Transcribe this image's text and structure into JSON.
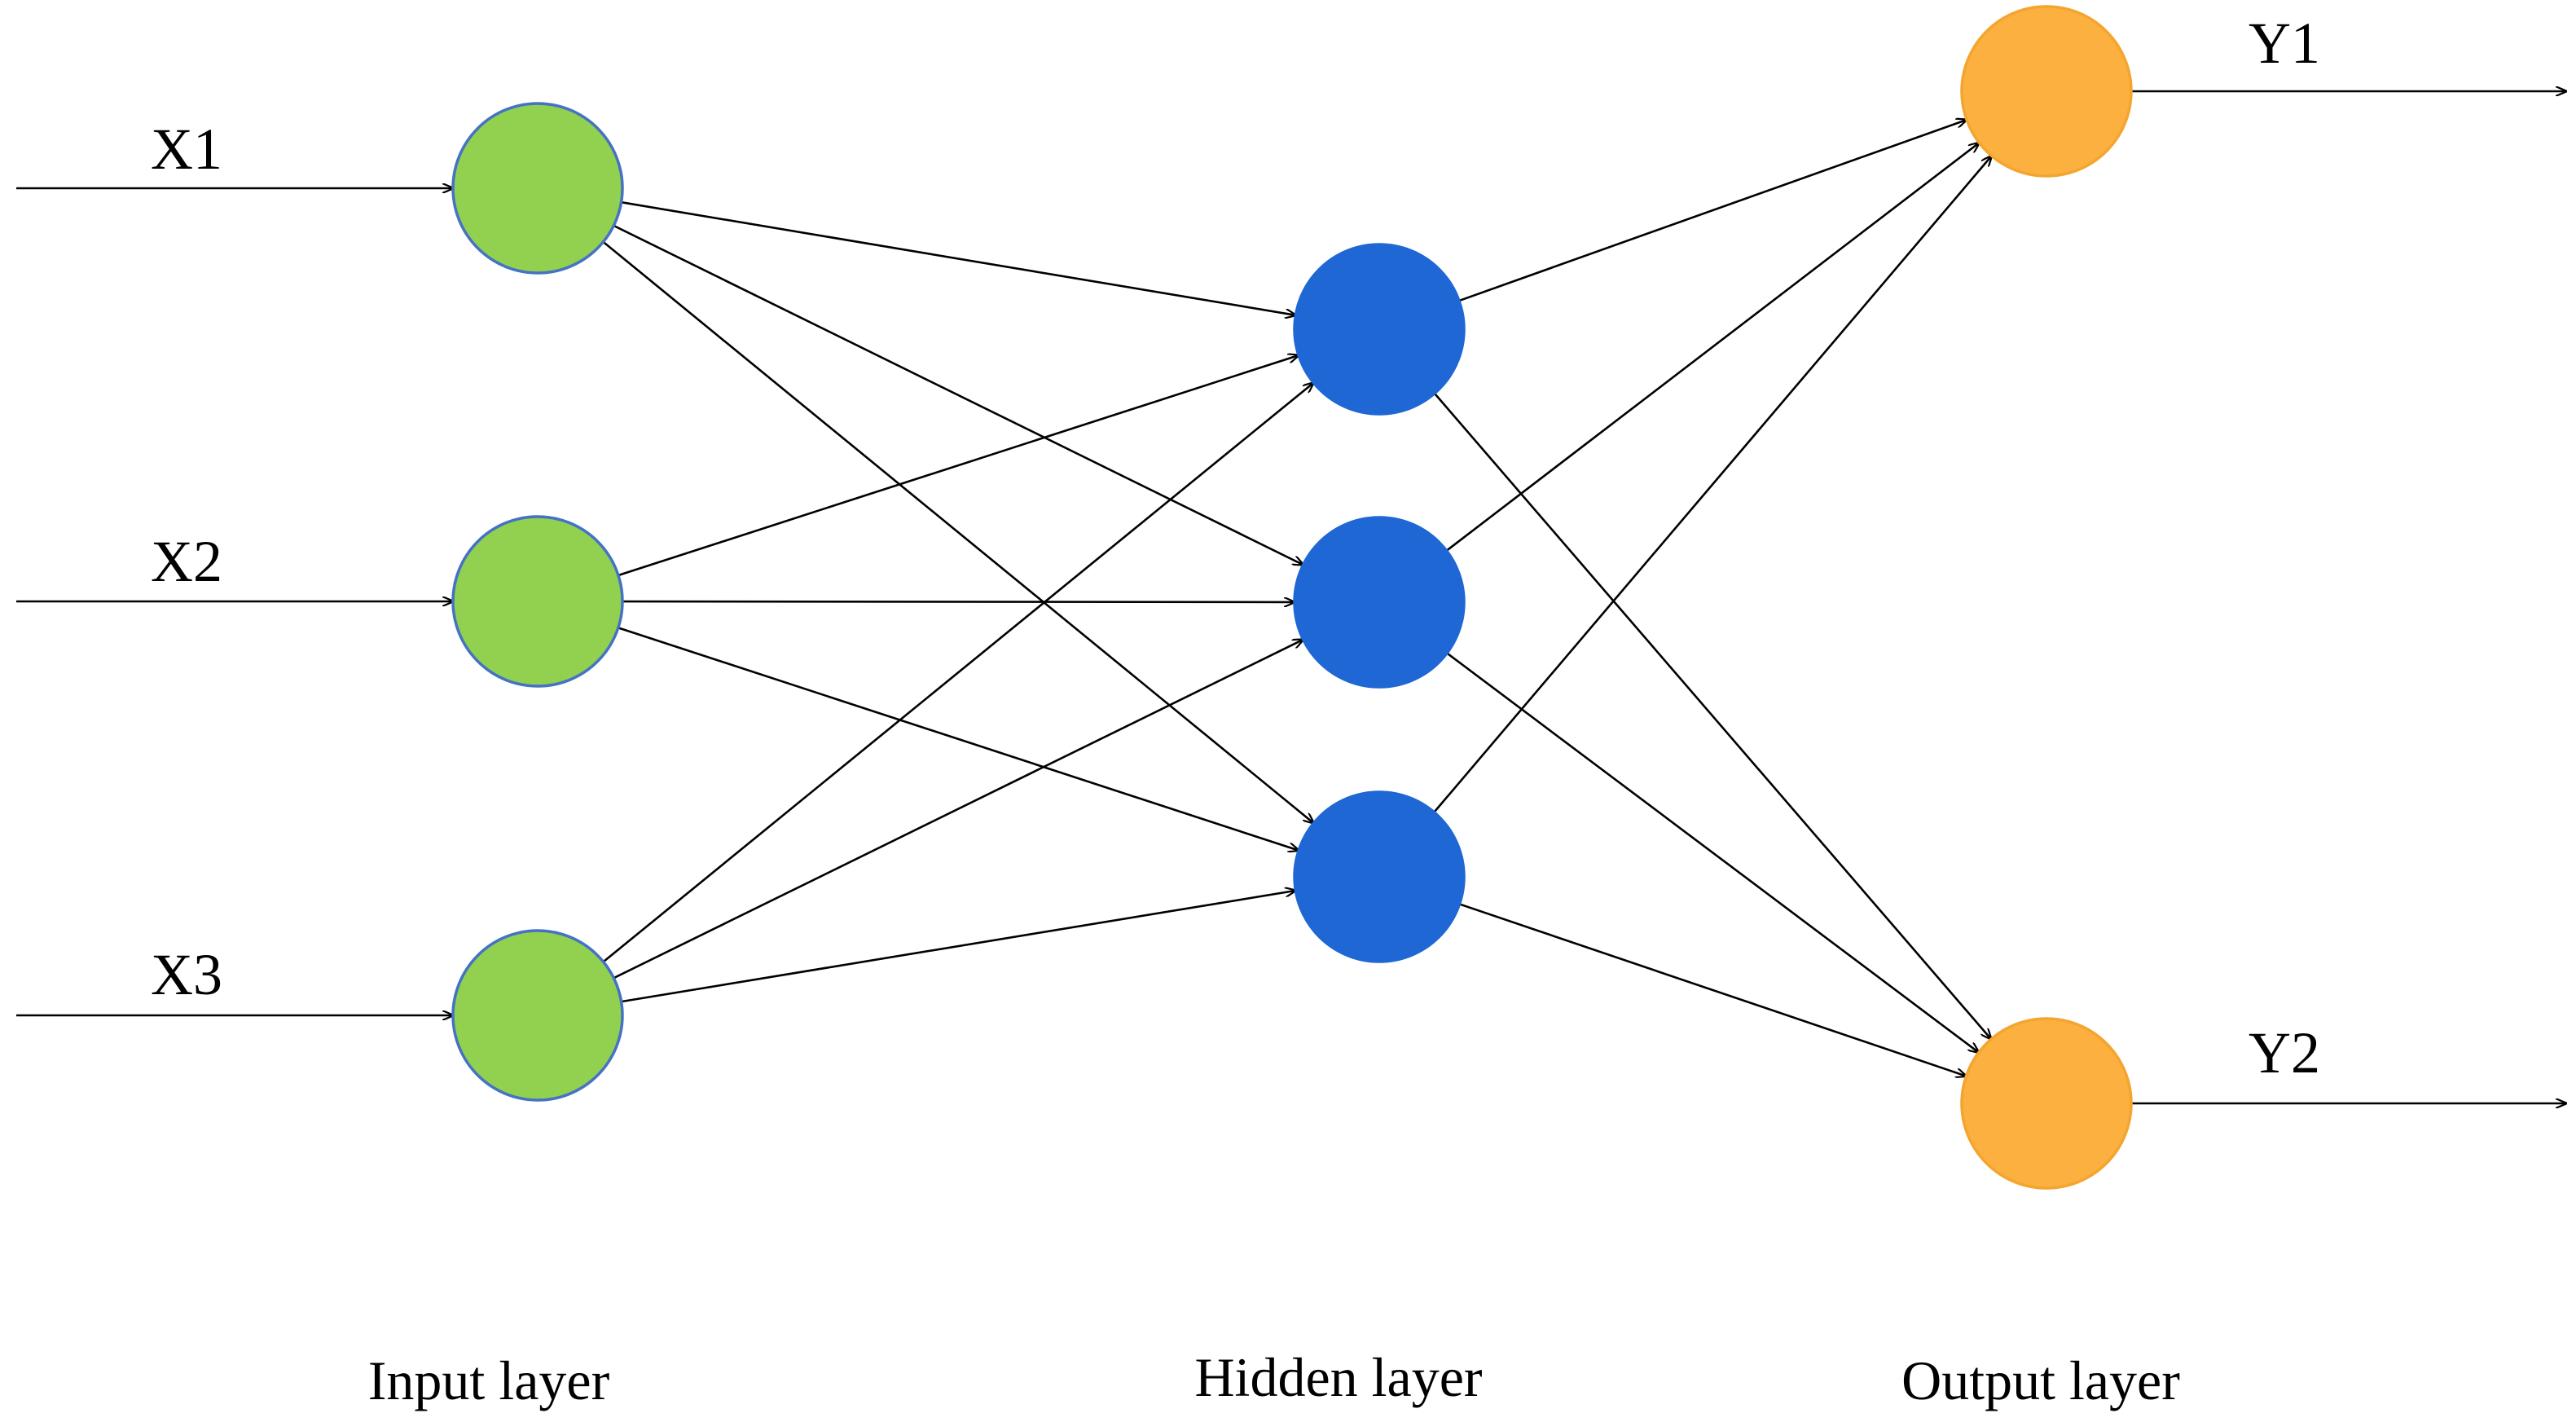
{
  "layers": {
    "input": {
      "label": "Input layer",
      "color": "#92d050",
      "outline": "#4472c4",
      "nodes": [
        {
          "id": "x1",
          "label": "X1"
        },
        {
          "id": "x2",
          "label": "X2"
        },
        {
          "id": "x3",
          "label": "X3"
        }
      ]
    },
    "hidden": {
      "label": "Hidden layer",
      "color": "#1f67d4",
      "nodes": [
        {
          "id": "h1"
        },
        {
          "id": "h2"
        },
        {
          "id": "h3"
        }
      ]
    },
    "output": {
      "label": "Output layer",
      "color": "#fbb040",
      "nodes": [
        {
          "id": "y1",
          "label": "Y1"
        },
        {
          "id": "y2",
          "label": "Y2"
        }
      ]
    }
  },
  "connections": {
    "input_to_hidden": "fully-connected",
    "hidden_to_output": "fully-connected",
    "arrows": true
  }
}
